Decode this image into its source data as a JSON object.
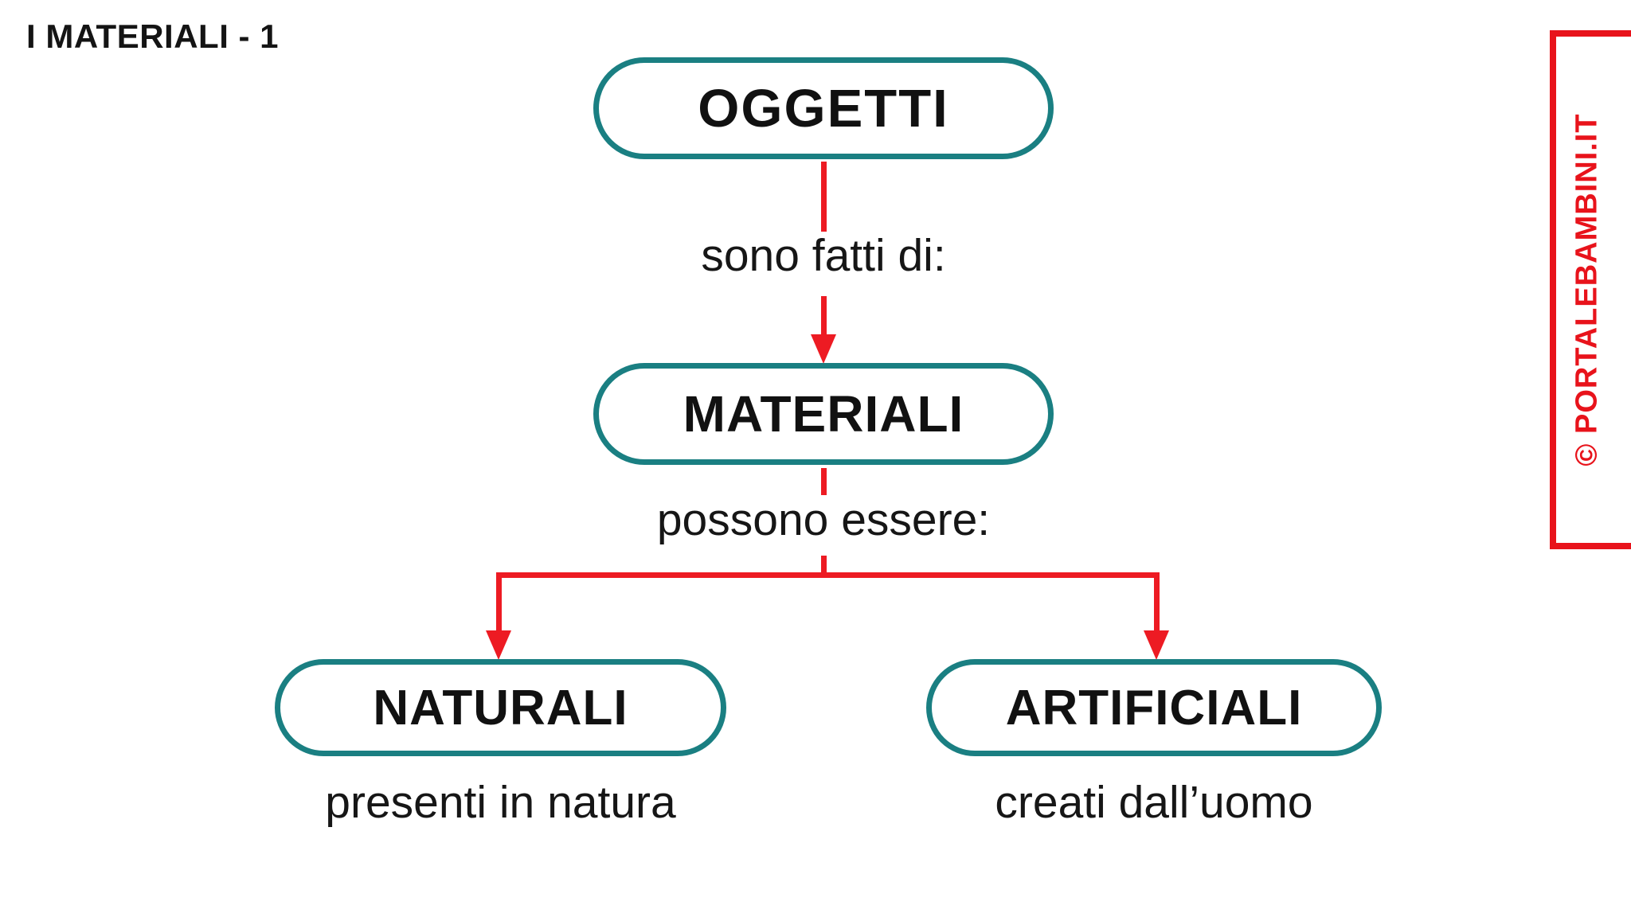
{
  "page": {
    "title": "I MATERIALI - 1",
    "background": "#ffffff"
  },
  "colors": {
    "node_border_teal": "#1a7f82",
    "connector_red": "#ed1b23",
    "watermark_red": "#e8131b",
    "text_black": "#141414"
  },
  "diagram": {
    "root_node": {
      "label": "OGGETTI"
    },
    "edge1": {
      "label": "sono fatti di:"
    },
    "middle_node": {
      "label": "MATERIALI"
    },
    "edge2": {
      "label": "possono essere:"
    },
    "branches": [
      {
        "node_label": "NATURALI",
        "caption": "presenti in natura"
      },
      {
        "node_label": "ARTIFICIALI",
        "caption": "creati dall’uomo"
      }
    ]
  },
  "watermark": {
    "text": "© PORTALEBAMBINI.IT"
  }
}
